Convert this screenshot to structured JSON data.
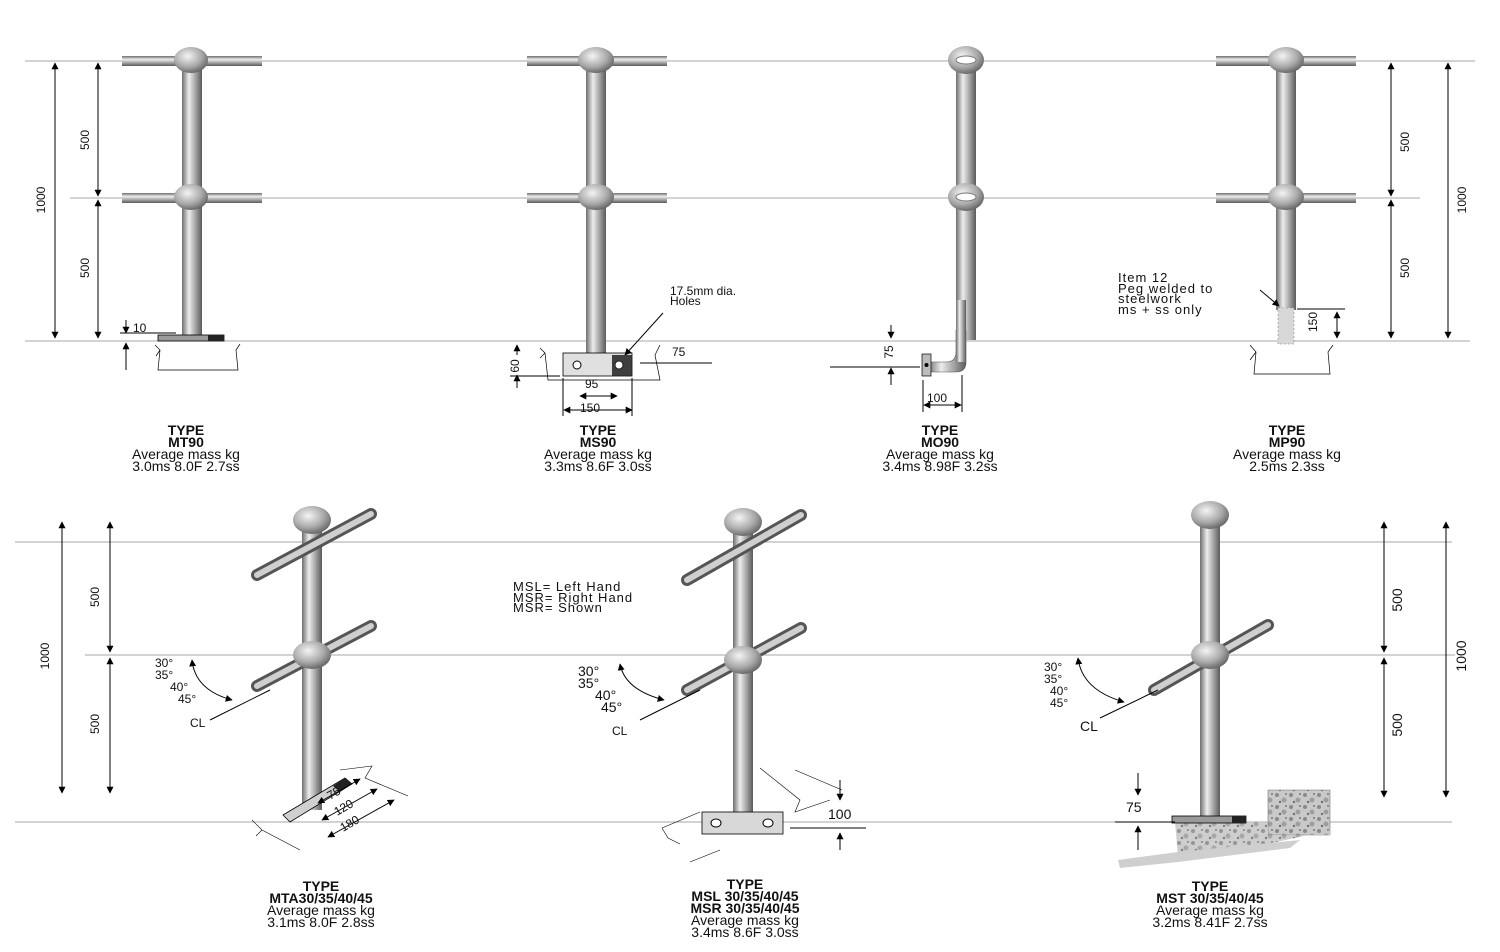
{
  "dims": {
    "d500": "500",
    "d1000": "1000",
    "d10": "10",
    "d60": "60",
    "d75": "75",
    "d95": "95",
    "d150": "150",
    "d100": "100",
    "d120": "120",
    "d180": "180"
  },
  "notes": {
    "holes_line1": "17.5mm dia.",
    "holes_line2": "Holes",
    "peg_line1": "Item 12",
    "peg_line2": "Peg welded to",
    "peg_line3": "steelwork",
    "peg_line4": "ms + ss only",
    "hand_line1": "MSL= Left Hand",
    "hand_line2": "MSR= Right Hand",
    "hand_line3": "MSR= Shown",
    "angle_30": "30°",
    "angle_35": "35°",
    "angle_40": "40°",
    "angle_45": "45°",
    "cl": "CL"
  },
  "captions": {
    "mt90": {
      "type": "TYPE",
      "name": "MT90",
      "mass_label": "Average mass kg",
      "mass": "3.0ms 8.0F 2.7ss"
    },
    "ms90": {
      "type": "TYPE",
      "name": "MS90",
      "mass_label": "Average mass kg",
      "mass": "3.3ms 8.6F 3.0ss"
    },
    "mo90": {
      "type": "TYPE",
      "name": "MO90",
      "mass_label": "Average mass kg",
      "mass": "3.4ms 8.98F 3.2ss"
    },
    "mp90": {
      "type": "TYPE",
      "name": "MP90",
      "mass_label": "Average mass kg",
      "mass": "2.5ms 2.3ss"
    },
    "mta": {
      "type": "TYPE",
      "name": "MTA30/35/40/45",
      "mass_label": "Average mass kg",
      "mass": "3.1ms 8.0F 2.8ss"
    },
    "msl": {
      "type": "TYPE",
      "name": "MSL 30/35/40/45",
      "name2": "MSR 30/35/40/45",
      "mass_label": "Average mass kg",
      "mass": "3.4ms 8.6F 3.0ss"
    },
    "mst": {
      "type": "TYPE",
      "name": "MST 30/35/40/45",
      "mass_label": "Average mass kg",
      "mass": "3.2ms 8.41F 2.7ss"
    }
  }
}
